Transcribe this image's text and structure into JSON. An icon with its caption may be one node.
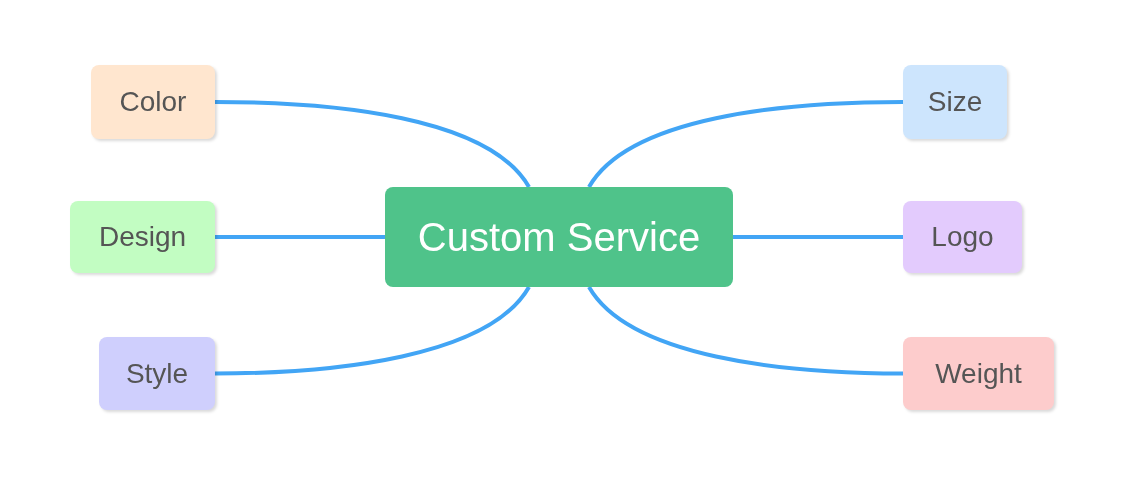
{
  "diagram": {
    "nodes": [
      {
        "text": [
          "Custom Service"
        ]
      },
      {
        "text": [
          "Color"
        ]
      },
      {
        "text": [
          "Design"
        ]
      },
      {
        "text": [
          "Style"
        ]
      },
      {
        "text": [
          "Size"
        ]
      },
      {
        "text": [
          "Logo"
        ]
      },
      {
        "text": [
          "Weight"
        ]
      }
    ],
    "edges": [
      {
        "from": 0,
        "to": 1,
        "arrow": "none"
      },
      {
        "from": 0,
        "to": 2,
        "arrow": "none"
      },
      {
        "from": 0,
        "to": 3,
        "arrow": "none"
      },
      {
        "from": 0,
        "to": 4,
        "arrow": "none"
      },
      {
        "from": 0,
        "to": 5,
        "arrow": "none"
      },
      {
        "from": 0,
        "to": 6,
        "arrow": "none"
      }
    ]
  }
}
